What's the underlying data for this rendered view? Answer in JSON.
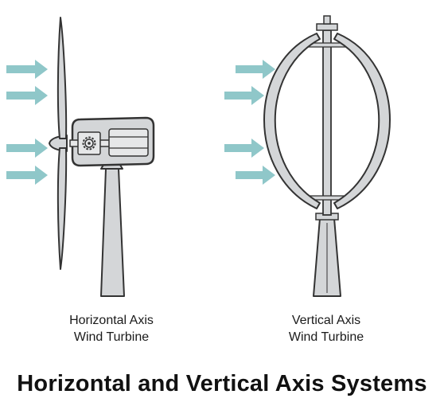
{
  "title": "Horizontal and Vertical Axis Systems",
  "turbines": [
    {
      "line1": "Horizontal Axis",
      "line2": "Wind Turbine",
      "wind_arrows": 4
    },
    {
      "line1": "Vertical Axis",
      "line2": "Wind Turbine",
      "wind_arrows": 4
    }
  ],
  "colors": {
    "wind_arrow": "#8fc7c9",
    "metal": "#d4d6d8",
    "outline": "#333333",
    "text": "#1a1a1a"
  }
}
